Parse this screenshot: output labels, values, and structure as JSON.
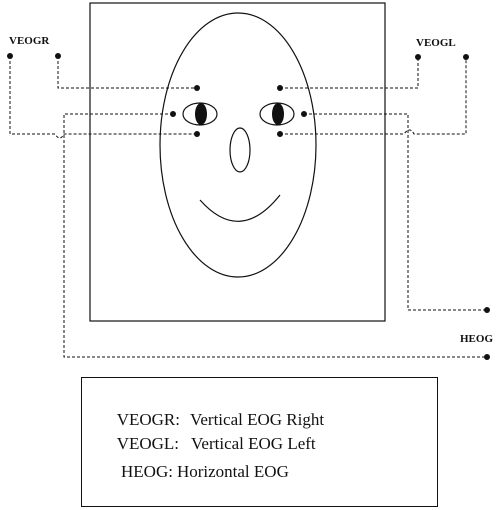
{
  "labels": {
    "veogr": "VEOGR",
    "veogl": "VEOGL",
    "heog": "HEOG"
  },
  "legend": [
    {
      "abbr": "VEOGR:",
      "meaning": "Vertical EOG Right"
    },
    {
      "abbr": "VEOGL:",
      "meaning": "Vertical EOG Left"
    },
    {
      "abbr": "HEOG:",
      "meaning": "Horizontal EOG"
    }
  ],
  "colors": {
    "ink": "#111111",
    "background": "#ffffff"
  }
}
